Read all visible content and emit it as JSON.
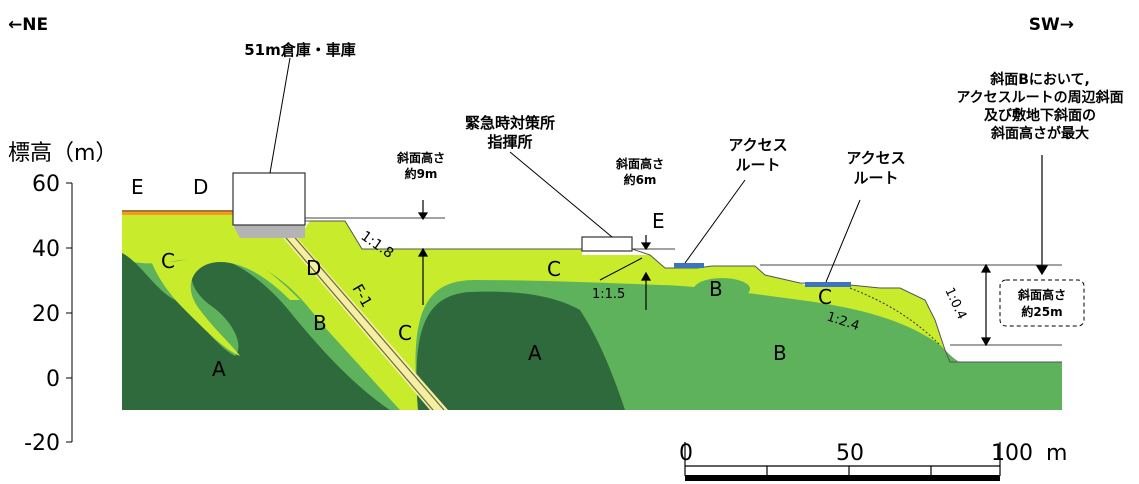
{
  "directions": {
    "left": "←NE",
    "right": "SW→"
  },
  "y_axis": {
    "title": "標高（m）",
    "ticks": [
      "60",
      "40",
      "20",
      "0",
      "-20"
    ]
  },
  "scale_bar": {
    "labels": [
      "0",
      "50",
      "100"
    ],
    "unit": "m"
  },
  "callouts": {
    "warehouse": "51m倉庫・車庫",
    "emergency_line1": "緊急時対策所",
    "emergency_line2": "指揮所",
    "access1_line1": "アクセス",
    "access1_line2": "ルート",
    "access2_line1": "アクセス",
    "access2_line2": "ルート",
    "note_line1": "斜面Bにおいて,",
    "note_line2": "アクセスルートの周辺斜面",
    "note_line3": "及び敷地下斜面の",
    "note_line4": "斜面高さが最大"
  },
  "heights": {
    "h1_line1": "斜面高さ",
    "h1_line2": "約9m",
    "h2_line1": "斜面高さ",
    "h2_line2": "約6m",
    "h3_line1": "斜面高さ",
    "h3_line2": "約25m"
  },
  "slopes": {
    "s1": "1:1.8",
    "s2": "1:1.5",
    "s3": "1:2.4",
    "s4": "1:0.4"
  },
  "units": {
    "E_left": "E",
    "D_top": "D",
    "C_left": "C",
    "A_left": "A",
    "B_left": "B",
    "D_mid": "D",
    "fault": "F-1",
    "C_mid": "C",
    "A_mid": "A",
    "C_center": "C",
    "E_right": "E",
    "B_lens": "B",
    "C_right": "C",
    "B_right": "B"
  },
  "colors": {
    "unit_A": "#2f6a3d",
    "unit_B": "#5fb25c",
    "unit_C": "#c8ec2c",
    "unit_E": "#f59a1c",
    "unit_D": "#b4b4b4",
    "fault_zone": "#f5eea5",
    "access_route": "#3c74c2"
  }
}
